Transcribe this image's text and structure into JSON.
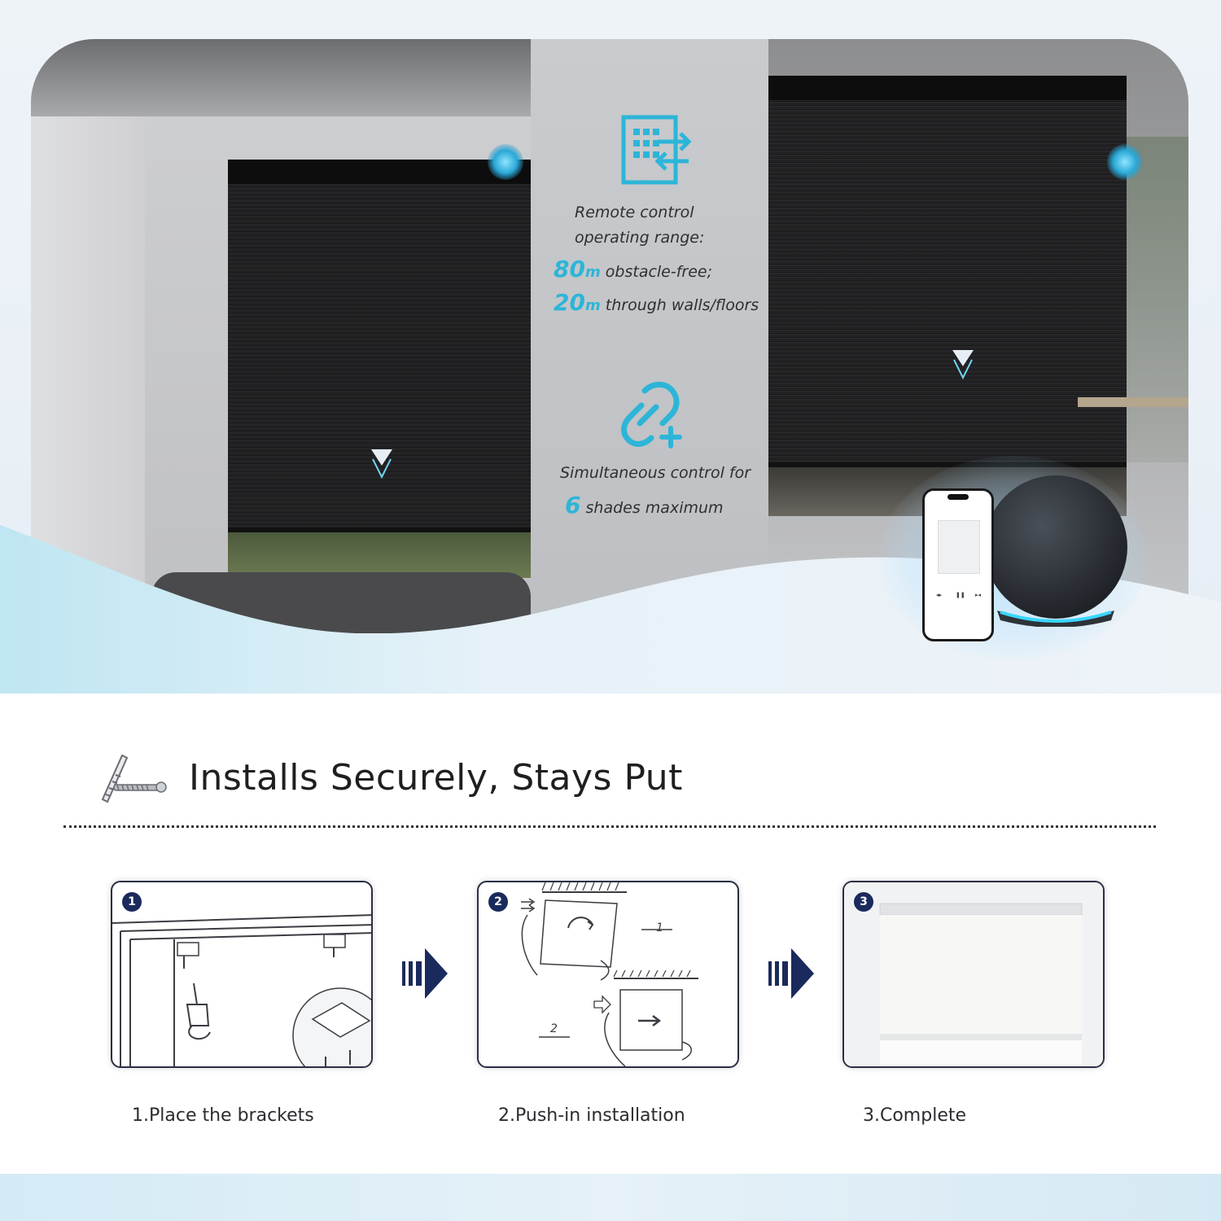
{
  "features": {
    "range": {
      "icon": "range-signal-icon",
      "line1": "Remote control",
      "line2": "operating range:",
      "stat1_value": "80",
      "stat1_unit": "m",
      "stat1_text": "obstacle-free;",
      "stat2_value": "20",
      "stat2_unit": "m",
      "stat2_text": "through walls/floors"
    },
    "group": {
      "icon": "link-add-icon",
      "line1": "Simultaneous control for",
      "stat_value": "6",
      "stat_text": "shades maximum"
    }
  },
  "install": {
    "icon": "screw-anchor-icon",
    "title": "Installs Securely, Stays Put",
    "steps": [
      {
        "number": "1",
        "caption": "1.Place the brackets"
      },
      {
        "number": "2",
        "caption": "2.Push-in installation",
        "sub1": "1",
        "sub2": "2"
      },
      {
        "number": "3",
        "caption": "3.Complete"
      }
    ]
  },
  "colors": {
    "accent": "#2db5d8",
    "badge": "#1b2a5c",
    "text": "#1f1f22"
  }
}
